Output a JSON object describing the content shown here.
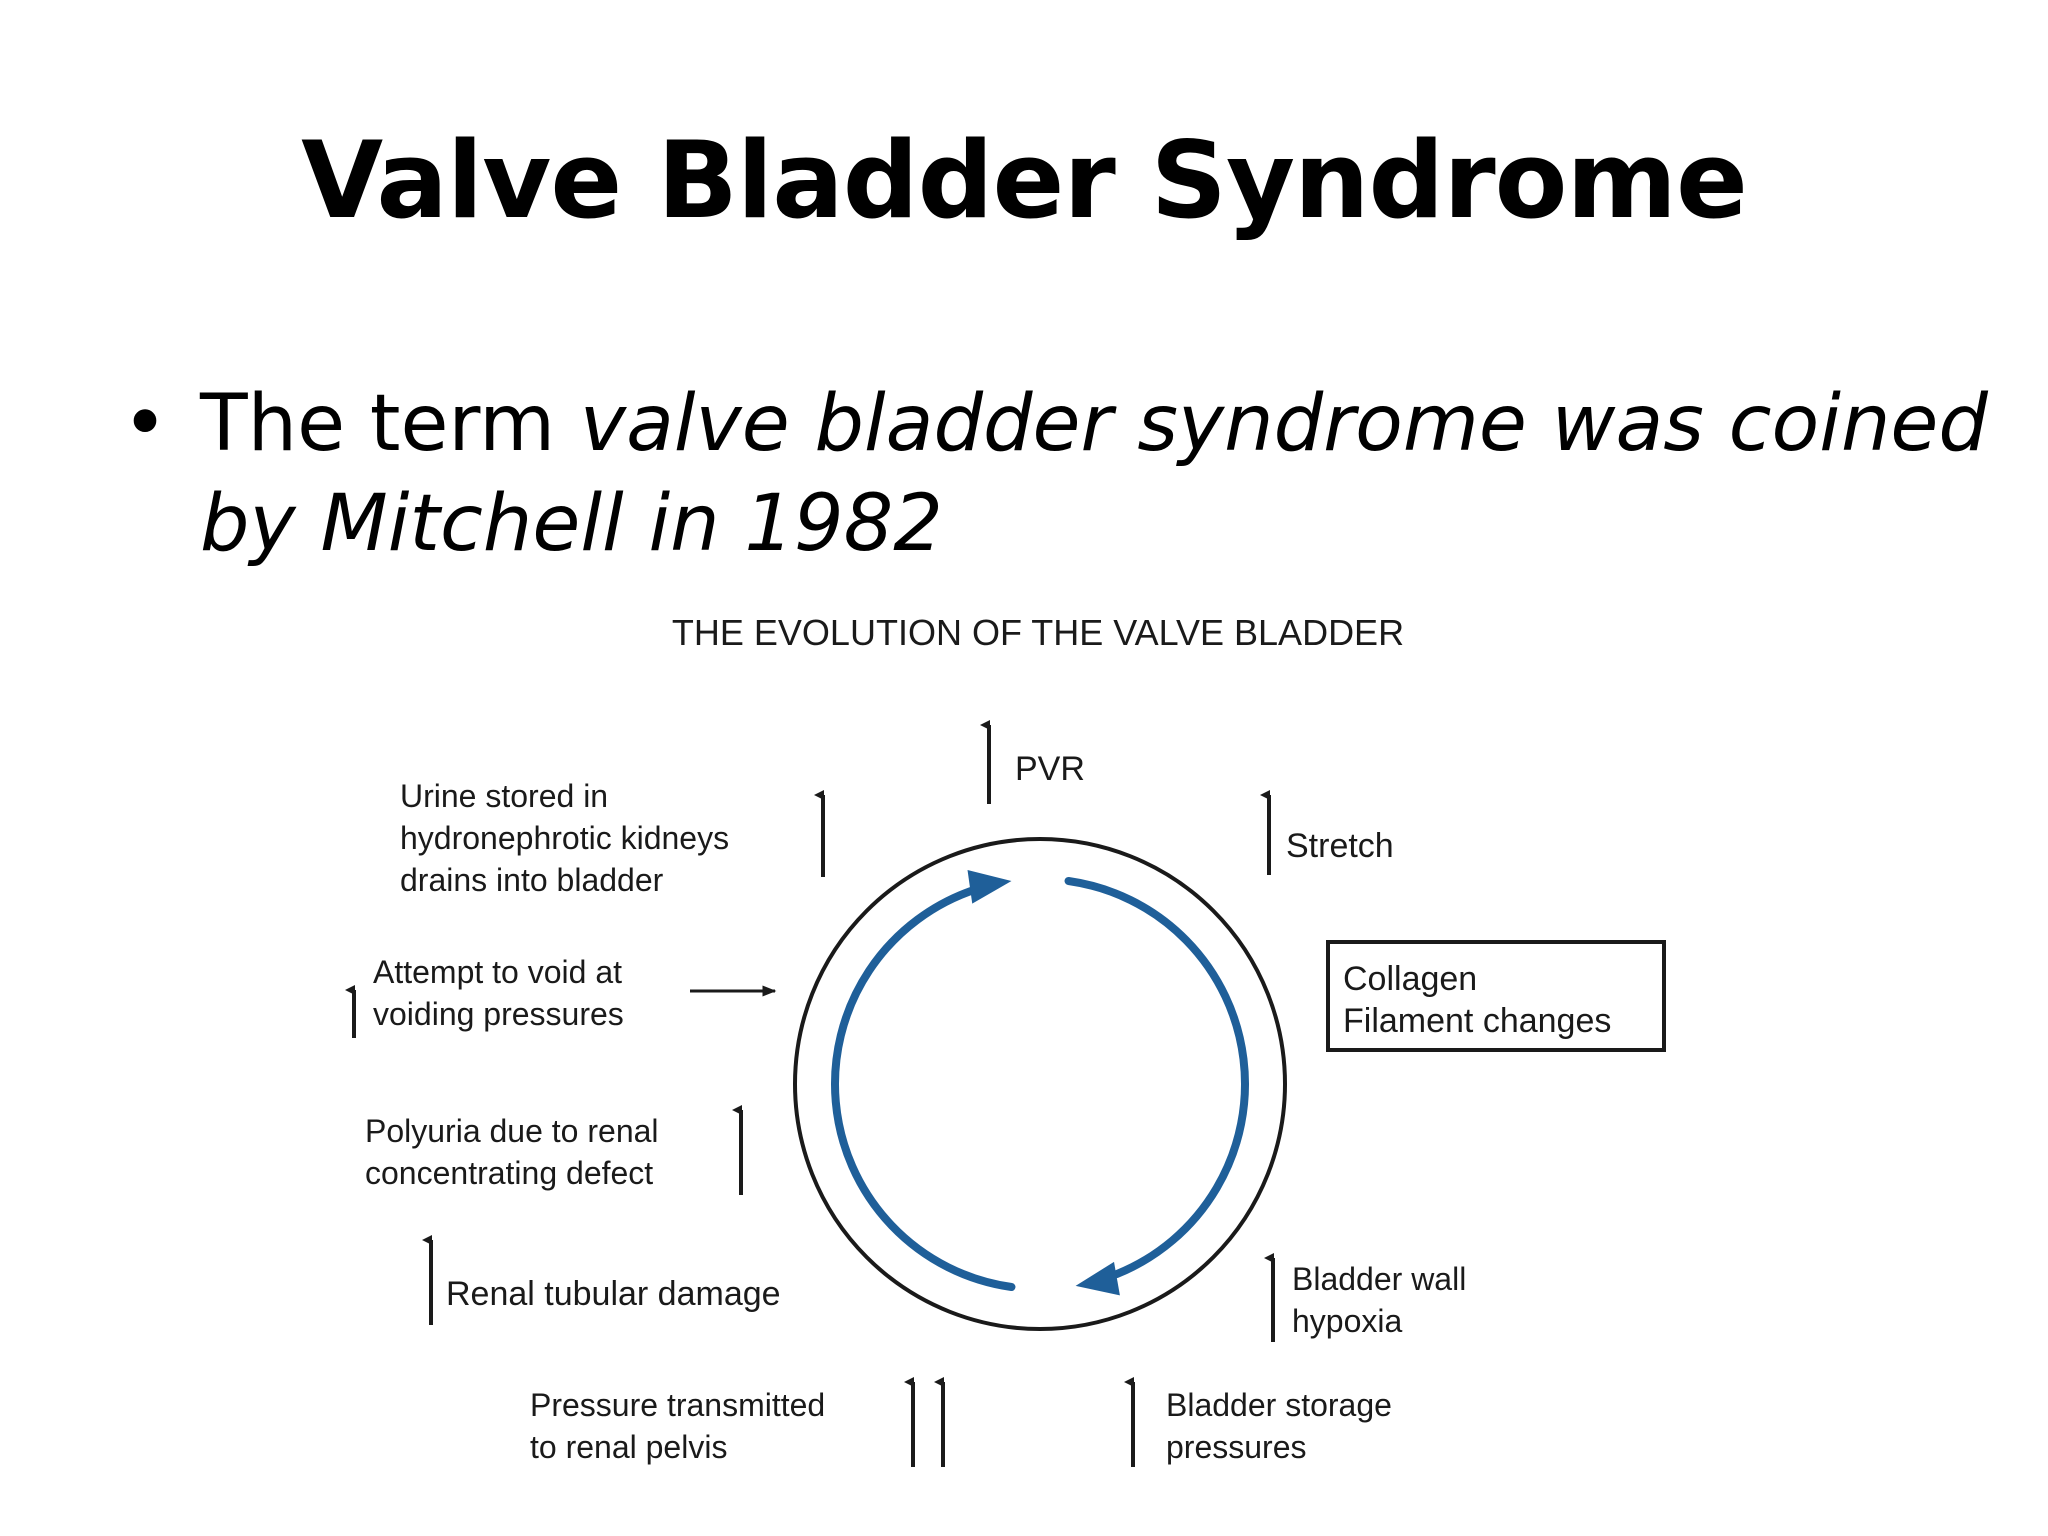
{
  "slide": {
    "title": "Valve Bladder Syndrome",
    "bullet_plain": "The term ",
    "bullet_italic": "valve bladder syndrome was coined by Mitchell in 1982"
  },
  "diagram": {
    "title": "THE EVOLUTION OF THE VALVE BLADDER",
    "labels": {
      "pvr": "PVR",
      "stretch": "Stretch",
      "urine_stored": [
        "Urine stored in",
        "hydronephrotic kidneys",
        "drains into bladder"
      ],
      "attempt_void": [
        "Attempt to void at",
        "voiding pressures"
      ],
      "collagen": [
        "Collagen",
        "Filament changes"
      ],
      "polyuria": [
        "Polyuria due to renal",
        "concentrating defect"
      ],
      "renal_tubular": "Renal tubular damage",
      "bladder_wall": [
        "Bladder wall",
        "hypoxia"
      ],
      "pressure_transmitted": [
        "Pressure transmitted",
        "to renal pelvis"
      ],
      "bladder_storage": [
        "Bladder storage",
        "pressures"
      ]
    },
    "colors": {
      "cycle_arrow": "#1f5f99",
      "ink": "#1a1a1a"
    }
  }
}
